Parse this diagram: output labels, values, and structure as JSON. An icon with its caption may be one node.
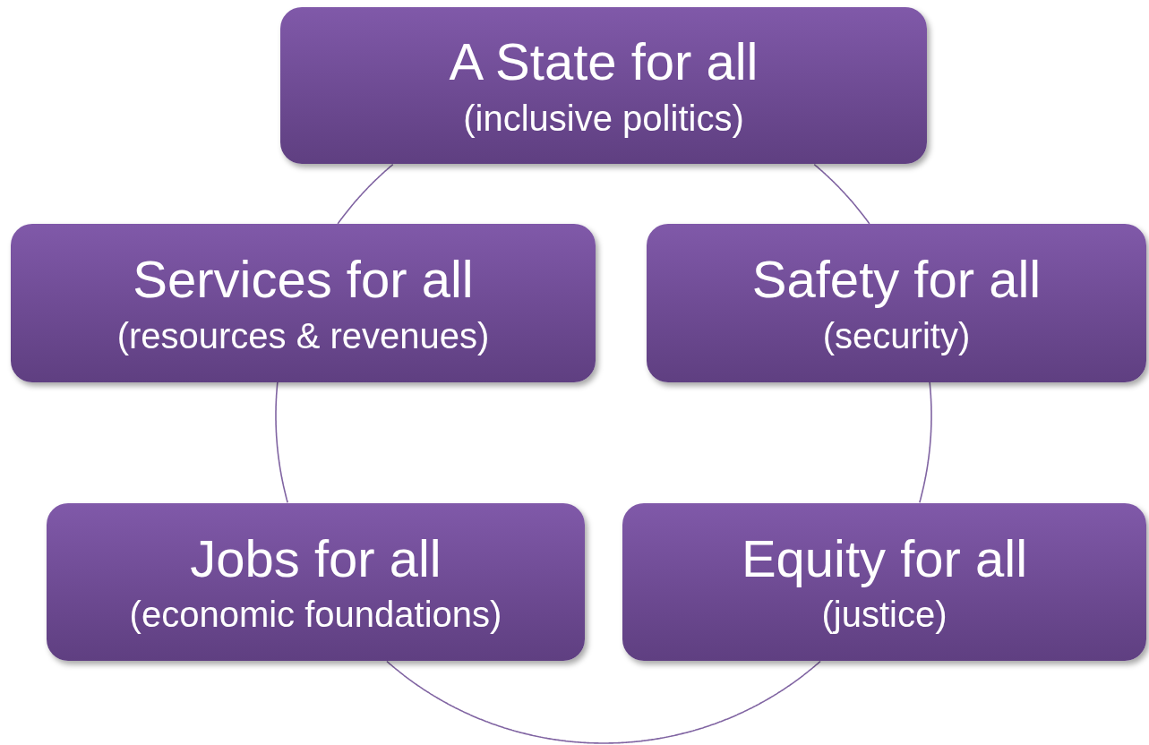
{
  "diagram": {
    "nodes": [
      {
        "text": [
          "A State for all",
          "(inclusive politics)"
        ]
      },
      {
        "text": [
          "Services for all",
          "(resources & revenues)"
        ]
      },
      {
        "text": [
          "Safety for all",
          "(security)"
        ]
      },
      {
        "text": [
          "Jobs for all",
          "(economic foundations)"
        ]
      },
      {
        "text": [
          "Equity for all",
          "(justice)"
        ]
      }
    ],
    "edges": [
      {
        "from": 0,
        "to": 2,
        "arrow": "none"
      },
      {
        "from": 2,
        "to": 4,
        "arrow": "none"
      },
      {
        "from": 4,
        "to": 3,
        "arrow": "none"
      },
      {
        "from": 3,
        "to": 1,
        "arrow": "none"
      },
      {
        "from": 1,
        "to": 0,
        "arrow": "none"
      }
    ]
  }
}
